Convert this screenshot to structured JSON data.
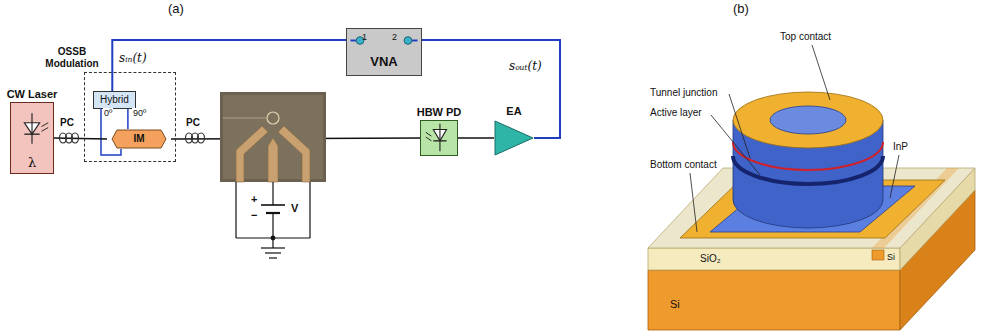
{
  "diagram": {
    "nodes": [
      {
        "text": [
          "CW Laser",
          "λ"
        ]
      },
      {
        "text": [
          "OSSB Modulation"
        ]
      },
      {
        "text": [
          "Hybrid"
        ],
        "in": 1
      },
      {
        "text": [
          "IM"
        ],
        "in": 1
      },
      {
        "text": [
          "VNA"
        ]
      },
      {
        "text": [
          "HBW PD"
        ]
      },
      {
        "text": [
          "EA"
        ]
      }
    ],
    "edges": [
      {
        "from": 4,
        "to": 2,
        "arrow": "none",
        "label": "sᵢₙ(t)"
      },
      {
        "from": 2,
        "to": 3,
        "arrow": "none",
        "label": "0º"
      },
      {
        "from": 2,
        "to": 3,
        "arrow": "none",
        "label": "90º"
      },
      {
        "from": 0,
        "to": 3,
        "arrow": "none"
      },
      {
        "from": 3,
        "to": 5,
        "arrow": "none"
      },
      {
        "from": 5,
        "to": 6,
        "arrow": "none"
      },
      {
        "from": 6,
        "to": 4,
        "arrow": "none",
        "label": "sₒᵤₜ(t)"
      }
    ],
    "labels": [
      "(a)",
      "(b)",
      "PC",
      "PC",
      "1",
      "2",
      "+",
      "V",
      "−",
      "Top contact",
      "Tunnel junction",
      "Active layer",
      "Bottom contact",
      "InP",
      "Si",
      "SiO₂",
      "Si"
    ]
  }
}
